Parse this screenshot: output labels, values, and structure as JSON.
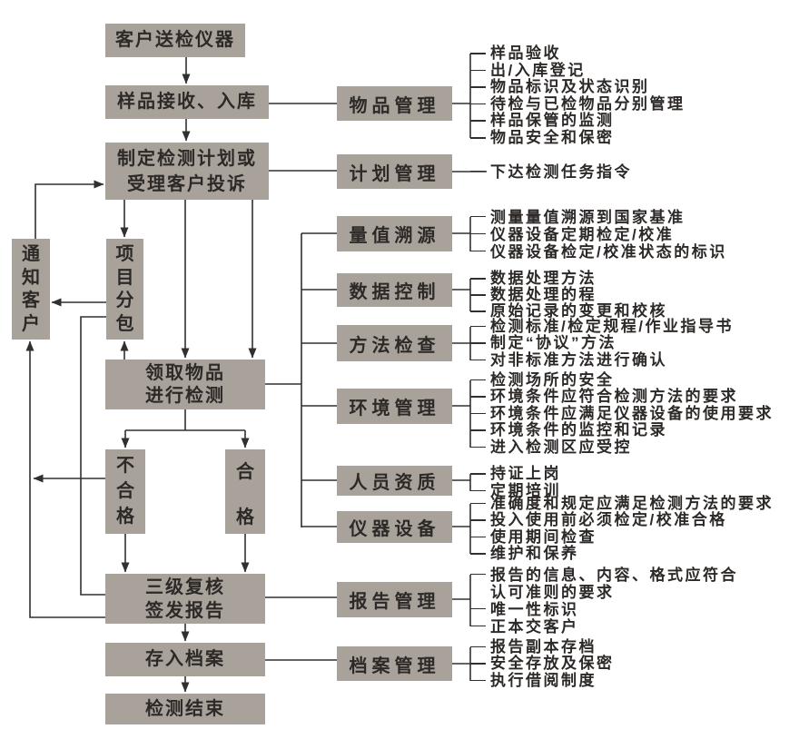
{
  "colors": {
    "box_fill": "#a9a29b",
    "line": "#303030",
    "text": "#2c2927",
    "background": "#ffffff"
  },
  "flow": [
    {
      "label": "客户送检仪器"
    },
    {
      "label": "样品接收、入库"
    },
    {
      "label": "制定检测计划或\n受理客户投诉"
    },
    {
      "label": "通\n知\n客\n户"
    },
    {
      "label": "项\n目\n分\n包"
    },
    {
      "label": "领取物品\n进行检测"
    },
    {
      "label": "不\n合\n格"
    },
    {
      "label": "合\n格"
    },
    {
      "label": "三级复核\n签发报告"
    },
    {
      "label": "存入档案"
    },
    {
      "label": "检测结束"
    }
  ],
  "groups": [
    {
      "label": "物品管理",
      "items": [
        "样品验收",
        "出/入库登记",
        "物品标识及状态识别",
        "待检与已检物品分别管理",
        "样品保管的监测",
        "物品安全和保密"
      ]
    },
    {
      "label": "计划管理",
      "items": [
        "下达检测任务指令"
      ]
    },
    {
      "label": "量值溯源",
      "items": [
        "测量量值溯源到国家基准",
        "仪器设备定期检定/校准",
        "仪器设备检定/校准状态的标识"
      ]
    },
    {
      "label": "数据控制",
      "items": [
        "数据处理方法",
        "数据处理的程",
        "原始记录的变更和校核"
      ]
    },
    {
      "label": "方法检查",
      "items": [
        "检测标准/检定规程/作业指导书",
        "制定“协议”方法",
        "对非标准方法进行确认"
      ]
    },
    {
      "label": "环境管理",
      "items": [
        "检测场所的安全",
        "环境条件应符合检测方法的要求",
        "环境条件应满足仪器设备的使用要求",
        "环境条件的监控和记录",
        "进入检测区应受控"
      ]
    },
    {
      "label": "人员资质",
      "items": [
        "持证上岗",
        "定期培训"
      ]
    },
    {
      "label": "仪器设备",
      "items": [
        "准确度和规定应满足检测方法的要求",
        "投入使用前必须检定/校准合格",
        "使用期间检查",
        "维护和保养"
      ]
    },
    {
      "label": "报告管理",
      "items": [
        "报告的信息、内容、格式应符合\n认可准则的要求",
        "唯一性标识",
        "正本交客户"
      ]
    },
    {
      "label": "档案管理",
      "items": [
        "报告副本存档",
        "安全存放及保密",
        "执行借阅制度"
      ]
    }
  ]
}
